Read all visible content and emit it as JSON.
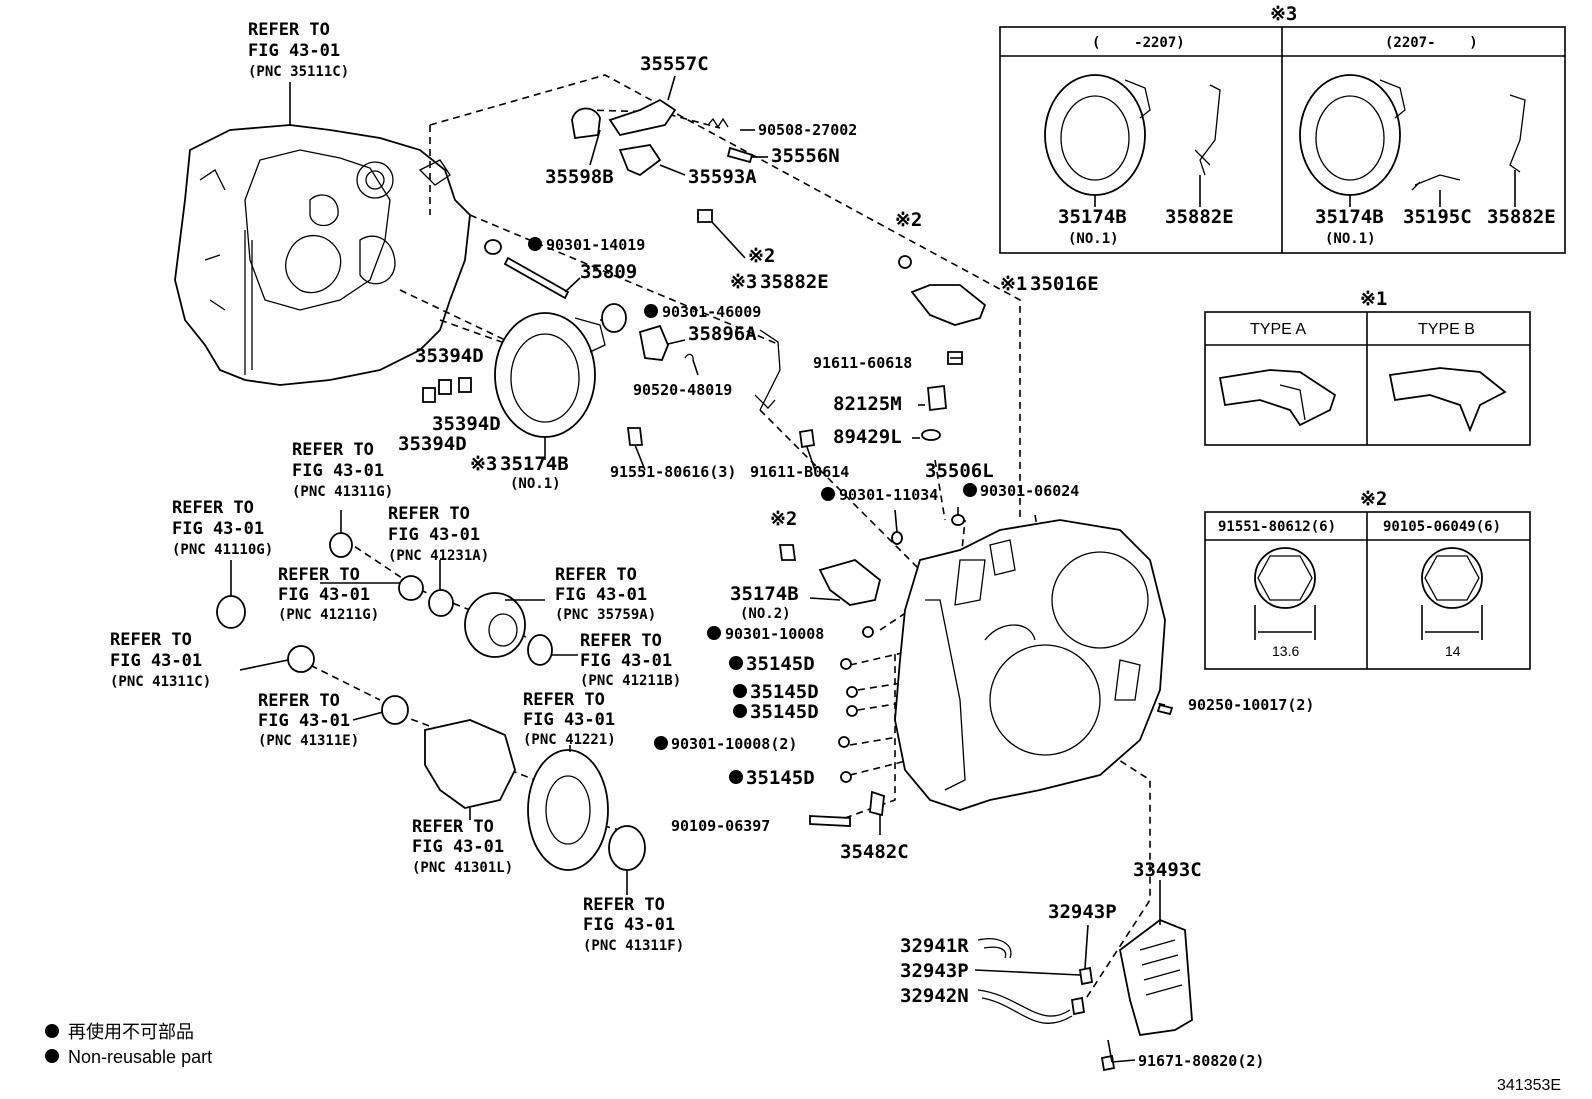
{
  "callouts": {
    "refer_35111c": [
      "REFER TO",
      "FIG 43-01",
      "(PNC 35111C)"
    ],
    "refer_41311g": [
      "REFER TO",
      "FIG 43-01",
      "(PNC 41311G)"
    ],
    "refer_41110g": [
      "REFER TO",
      "FIG 43-01",
      "(PNC 41110G)"
    ],
    "refer_41231a": [
      "REFER TO",
      "FIG 43-01",
      "(PNC 41231A)"
    ],
    "refer_41211g": [
      "REFER TO",
      "FIG 43-01",
      "(PNC 41211G)"
    ],
    "refer_35759a": [
      "REFER TO",
      "FIG 43-01",
      "(PNC 35759A)"
    ],
    "refer_41311c": [
      "REFER TO",
      "FIG 43-01",
      "(PNC 41311C)"
    ],
    "refer_41211b": [
      "REFER TO",
      "FIG 43-01",
      "(PNC 41211B)"
    ],
    "refer_41311e": [
      "REFER TO",
      "FIG 43-01",
      "(PNC 41311E)"
    ],
    "refer_41221": [
      "REFER TO",
      "FIG 43-01",
      "(PNC 41221)"
    ],
    "refer_41301l": [
      "REFER TO",
      "FIG 43-01",
      "(PNC 41301L)"
    ],
    "refer_41311f": [
      "REFER TO",
      "FIG 43-01",
      "(PNC 41311F)"
    ]
  },
  "parts": {
    "p35557c": "35557C",
    "p90508": "90508-27002",
    "p35556n": "35556N",
    "p35598b": "35598B",
    "p35593a": "35593A",
    "p90301_14019": "90301-14019",
    "p35809": "35809",
    "p90301_46009": "90301-46009",
    "p35896a": "35896A",
    "p90520": "90520-48019",
    "p35394d_a": "35394D",
    "p35394d_b": "35394D",
    "p35394d_c": "35394D",
    "p35174b_no1": "35174B",
    "p35174b_no1_sub": "(NO.1)",
    "p91551": "91551-80616(3)",
    "note2_a": "※2",
    "p35882e": "35882E",
    "note3_35882e": "※3",
    "note3_35174b": "※3",
    "p91611_b": "91611-B0614",
    "note2_b": "※2",
    "p35016e": "35016E",
    "note1_35016e": "※1",
    "p91611_6": "91611-60618",
    "p82125m": "82125M",
    "p89429l": "89429L",
    "p35506l": "35506L",
    "p90301_11034": "90301-11034",
    "p90301_06024": "90301-06024",
    "note2_c": "※2",
    "p35174b_no2": "35174B",
    "p35174b_no2_sub": "(NO.2)",
    "p90301_10008": "90301-10008",
    "p35145d_a": "35145D",
    "p35145d_b": "35145D",
    "p35145d_c": "35145D",
    "p90301_10008_2": "90301-10008(2)",
    "p35145d_d": "35145D",
    "p90109": "90109-06397",
    "p35482c": "35482C",
    "p90250": "90250-10017(2)",
    "p33493c": "33493C",
    "p32943p_a": "32943P",
    "p32941r": "32941R",
    "p32943p_b": "32943P",
    "p32942n": "32942N",
    "p91671": "91671-80820(2)"
  },
  "box3": {
    "mark": "※3",
    "col_left_header": "(    -2207)",
    "col_right_header": "(2207-    )",
    "left_parts": [
      "35174B",
      "(NO.1)",
      "35882E"
    ],
    "right_parts": [
      "35174B",
      "(NO.1)",
      "35195C",
      "35882E"
    ]
  },
  "box1": {
    "mark": "※1",
    "headers": [
      "TYPE A",
      "TYPE B"
    ]
  },
  "box2": {
    "mark": "※2",
    "headers": [
      "91551-80612(6)",
      "90105-06049(6)"
    ],
    "dims": [
      "13.6",
      "14"
    ]
  },
  "legend": {
    "line_jp": "再使用不可部品",
    "line_en": "Non-reusable part"
  },
  "figure_id": "341353E"
}
